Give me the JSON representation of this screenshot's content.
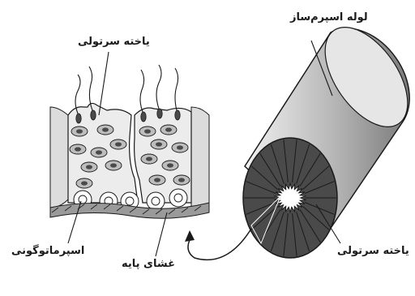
{
  "labels": {
    "tubule": "لوله اسپرم‌ساز",
    "sertoli_top": "یاخته سرتولی",
    "sertoli_right": "یاخته سرتولی",
    "spermatogonia": "اسپرماتوگونی",
    "basement_membrane": "غشای پایه"
  },
  "colors": {
    "line": "#1a1a1a",
    "tissue_fill": "#dcdcdc",
    "cell_fill": "#f2f2f2",
    "nucleus_fill": "#8a8a8a",
    "tube_light": "#d8d8d8",
    "tube_dark": "#4a4a4a"
  }
}
